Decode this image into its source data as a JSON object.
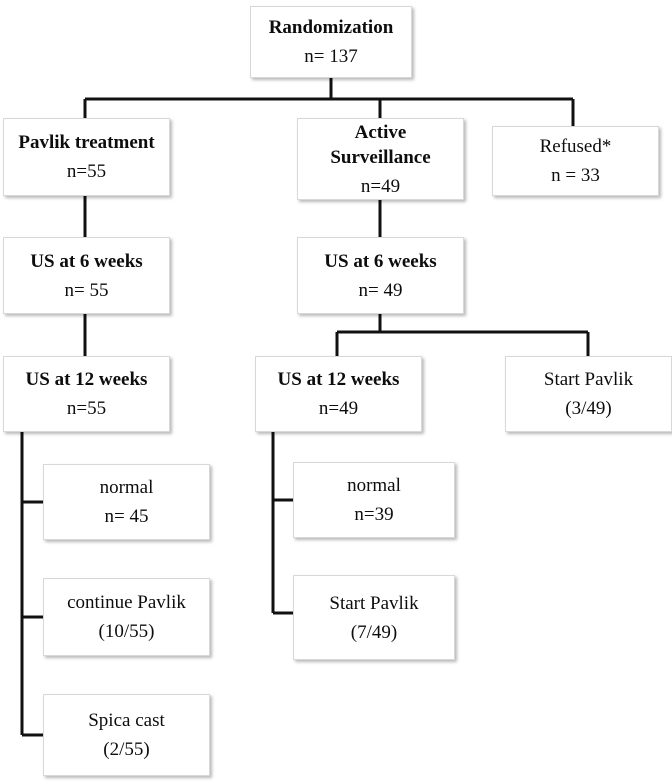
{
  "diagram": {
    "title": "CONSORT-style participant flow diagram",
    "footnote_marker": "*",
    "line_color": "#111111",
    "box_fill": "#ffffff",
    "box_border": "#d8d8d8",
    "text_color": "#0d0d0d"
  },
  "nodes": {
    "randomization": {
      "label": "Randomization",
      "count": "n= 137"
    },
    "pavlik_treatment": {
      "label": "Pavlik treatment",
      "count": "n=55"
    },
    "active_surveillance": {
      "label": "Active\nSurveillance",
      "count": "n=49"
    },
    "refused": {
      "label": "Refused*",
      "count": "n = 33"
    },
    "us6_pavlik": {
      "label": "US at 6 weeks",
      "count": "n= 55"
    },
    "us6_surveillance": {
      "label": "US at 6 weeks",
      "count": "n= 49"
    },
    "us12_pavlik": {
      "label": "US at 12 weeks",
      "count": "n=55"
    },
    "us12_surveillance": {
      "label": "US at 12 weeks",
      "count": "n=49"
    },
    "start_pavlik_6wk": {
      "label": "Start Pavlik",
      "count": "(3/49)"
    },
    "pavlik_normal": {
      "label": "normal",
      "count": "n= 45"
    },
    "pavlik_continue": {
      "label": "continue Pavlik",
      "count": "(10/55)"
    },
    "pavlik_spica": {
      "label": "Spica cast",
      "count": "(2/55)"
    },
    "surv_normal": {
      "label": "normal",
      "count": "n=39"
    },
    "surv_start_pavlik": {
      "label": "Start Pavlik",
      "count": "(7/49)"
    }
  }
}
